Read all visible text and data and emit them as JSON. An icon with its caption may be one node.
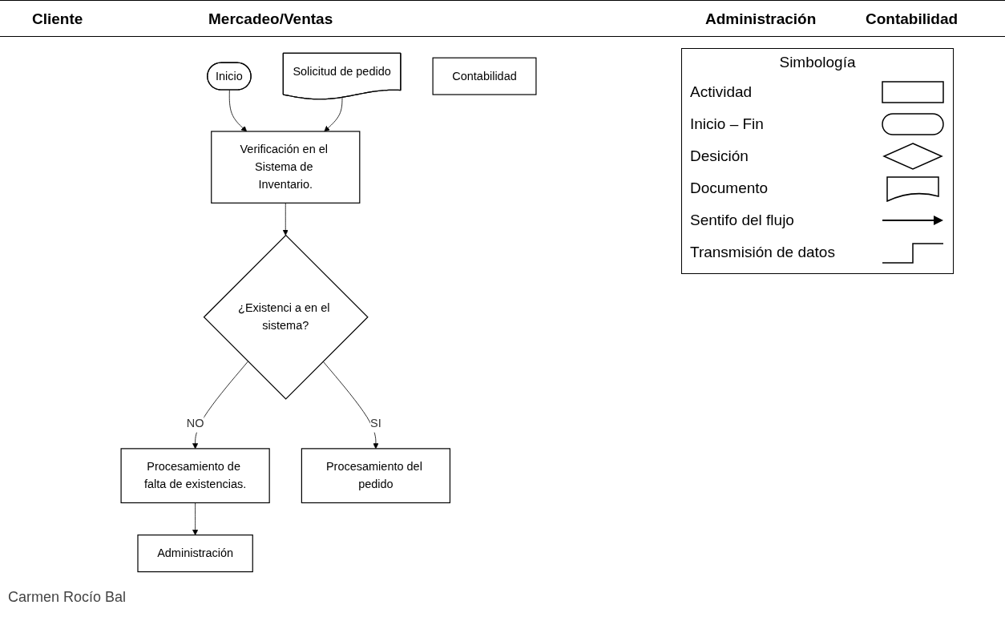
{
  "diagram": {
    "nodes": [
      {
        "text": [
          "Solicitud de pedido"
        ]
      },
      {
        "text": [
          "Inicio"
        ]
      },
      {
        "text": [
          "Verificación en el Sistema de Inventario."
        ]
      },
      {
        "text": [
          "¿Existenci a en el sistema?"
        ]
      },
      {
        "text": [
          "Procesamiento de falta de existencias."
        ]
      },
      {
        "text": [
          "Administración"
        ]
      },
      {
        "text": [
          "Procesamiento del pedido"
        ]
      },
      {
        "text": [
          "Contabilidad"
        ]
      }
    ],
    "edges": [
      {
        "from": 1,
        "to": 2,
        "arrow": "to"
      },
      {
        "from": 0,
        "to": 2,
        "arrow": "to"
      },
      {
        "from": 2,
        "to": 3,
        "arrow": "to"
      },
      {
        "from": 3,
        "to": 4,
        "arrow": "to",
        "label": "NO"
      },
      {
        "from": 4,
        "to": 5,
        "arrow": "to"
      },
      {
        "from": 3,
        "to": 6,
        "arrow": "to",
        "label": "SI"
      }
    ],
    "labels": [
      "Cliente",
      "Mercadeo/Ventas",
      "Administración",
      "Contabilidad",
      "Simbología",
      "Carmen Rocío Bal"
    ],
    "legend": [
      {
        "text": "Actividad"
      },
      {
        "text": "Inicio – Fin"
      },
      {
        "text": "Desición"
      },
      {
        "text": "Documento"
      },
      {
        "text": "Sentifo del flujo"
      },
      {
        "text": "Transmisión de datos"
      }
    ]
  }
}
